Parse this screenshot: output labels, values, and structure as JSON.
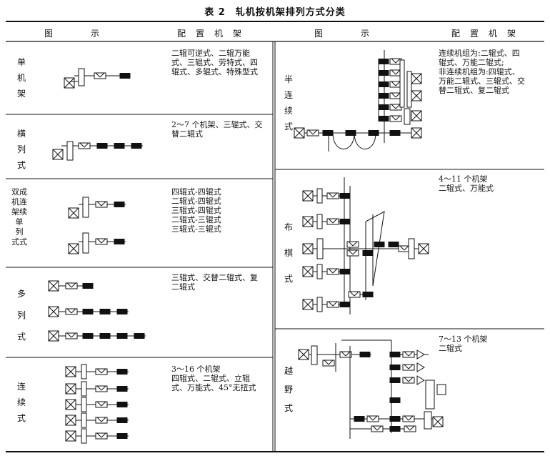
{
  "title": "表 2　轧机按机架排列方式分类",
  "headers": {
    "left_figure": "图　　　　示",
    "left_config": "配　置　机　架",
    "right_figure": "图　　　　示",
    "right_config": "配　置　机　架"
  },
  "rows_left": [
    {
      "label": [
        "单",
        "机",
        "架"
      ],
      "desc": "二辊可逆式、二辊万能\n式、三辊式、劳特式、四\n辊式、多辊式、特殊型式"
    },
    {
      "label": [
        "横",
        "列",
        "式"
      ],
      "desc": "2～7 个机架、三辊式、交\n替二辊式"
    },
    {
      "label": [
        "双成",
        "机连",
        "架续",
        "单",
        "列",
        "式式"
      ],
      "desc": "四辊式-四辊式\n二辊式-四辊式\n三辊式-四辊式\n二辊式-三辊式\n三辊式-三辊式"
    },
    {
      "label": [
        "多",
        "列",
        "式"
      ],
      "desc": "三辊式、交替二辊式、复\n二辊式"
    },
    {
      "label": [
        "连",
        "续",
        "式"
      ],
      "desc": "3～16 个机架\n四辊式、二辊式、立辊\n式、万能式、45°无扭式"
    }
  ],
  "rows_right": [
    {
      "label": [
        "半",
        "连",
        "续",
        "式"
      ],
      "desc": "连续机组为:二辊式、四\n辊式、万能二辊式;\n非连续机组为:四辊式、\n万能二辊式、三辊式、交\n替二辊式、复二辊式"
    },
    {
      "label": [
        "布",
        "棋",
        "式"
      ],
      "desc": "4～11 个机架\n二辊式、万能式"
    },
    {
      "label": [
        "越",
        "野",
        "式"
      ],
      "desc": "7～13 个机架\n二辊式"
    }
  ]
}
